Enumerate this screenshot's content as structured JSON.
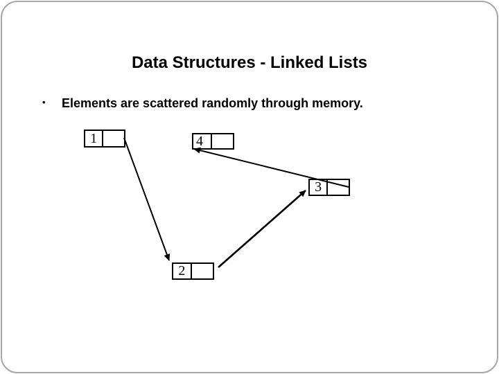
{
  "slide": {
    "title": "Data Structures - Linked Lists",
    "bullet_char": "•",
    "bullet_text": "Elements are scattered randomly through memory.",
    "background_color": "#ffffff",
    "frame_border_color": "#a6a6a6",
    "text_color": "#000000"
  },
  "diagram": {
    "kind": "linked-list",
    "nodes": [
      {
        "id": "node-1",
        "value": "1"
      },
      {
        "id": "node-2",
        "value": "2"
      },
      {
        "id": "node-3",
        "value": "3"
      },
      {
        "id": "node-4",
        "value": "4"
      }
    ],
    "edges": [
      {
        "from": "1",
        "to": "2"
      },
      {
        "from": "2",
        "to": "3"
      },
      {
        "from": "3",
        "to": "4"
      }
    ],
    "line_color": "#000000",
    "box_fill": "#ffffff",
    "box_border_color": "#000000"
  }
}
